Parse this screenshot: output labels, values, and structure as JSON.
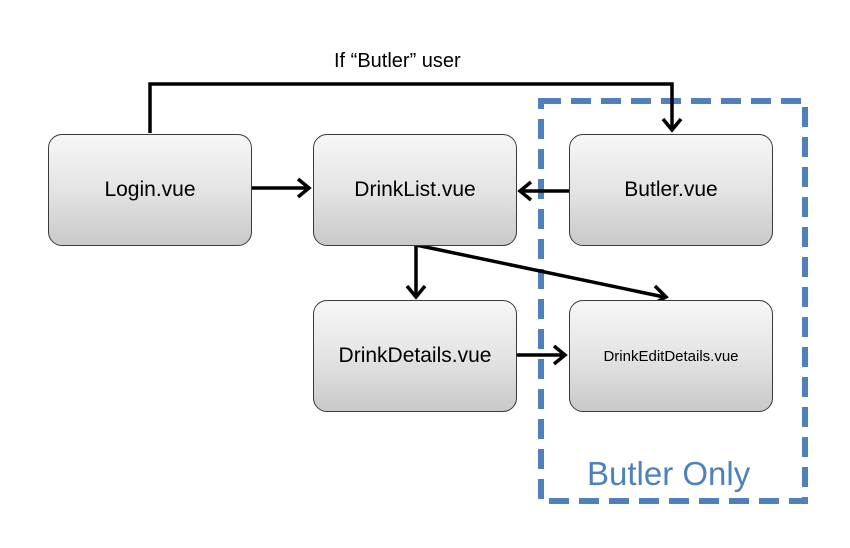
{
  "nodes": {
    "login": "Login.vue",
    "drink_list": "DrinkList.vue",
    "butler": "Butler.vue",
    "drink_details": "DrinkDetails.vue",
    "drink_edit_details": "DrinkEditDetails.vue"
  },
  "edges": {
    "login_to_butler_label": "If “Butler” user"
  },
  "group": {
    "label": "Butler Only",
    "border_color": "#4f81bd"
  }
}
